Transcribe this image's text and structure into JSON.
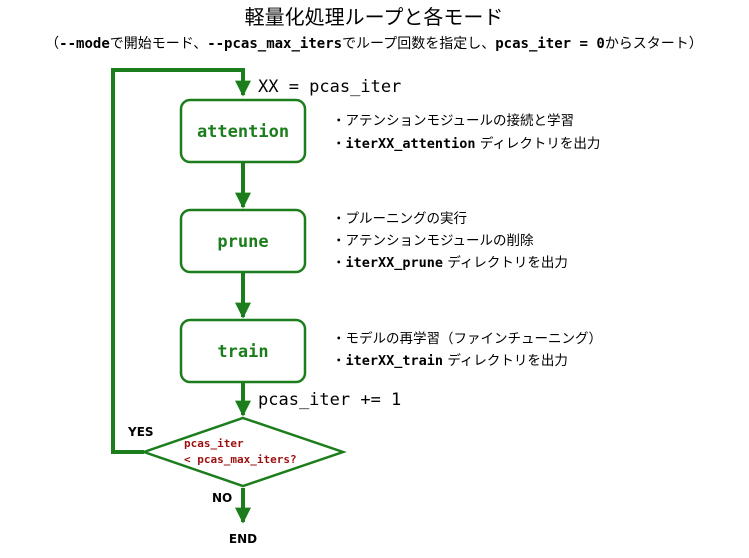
{
  "title": "軽量化処理ループと各モード",
  "subtitle": {
    "p1": "（",
    "p2": "--mode",
    "p3": "で開始モード、",
    "p4": "--pcas_max_iters",
    "p5": "でループ回数を指定し、",
    "p6": "pcas_iter = 0",
    "p7": "からスタート）"
  },
  "labels": {
    "loop_init": "XX = pcas_iter",
    "increment": "pcas_iter += 1",
    "yes": "YES",
    "no": "NO",
    "end": "END"
  },
  "steps": [
    {
      "label": "attention"
    },
    {
      "label": "prune"
    },
    {
      "label": "train"
    }
  ],
  "decision": {
    "line1": "pcas_iter",
    "line2": "< pcas_max_iters?"
  },
  "notes": {
    "attention": {
      "n1": "・アテンションモジュールの接続と学習",
      "n2_bullet": "・",
      "n2_code": "iterXX_attention",
      "n2_text": " ディレクトリを出力"
    },
    "prune": {
      "n1": "・プルーニングの実行",
      "n2": "・アテンションモジュールの削除",
      "n3_bullet": "・",
      "n3_code": "iterXX_prune",
      "n3_text": " ディレクトリを出力"
    },
    "train": {
      "n1": "・モデルの再学習（ファインチューニング）",
      "n2_bullet": "・",
      "n2_code": "iterXX_train",
      "n2_text": " ディレクトリを出力"
    }
  },
  "colors": {
    "green": "#1b7d1b",
    "decision_text": "#9c1010"
  }
}
